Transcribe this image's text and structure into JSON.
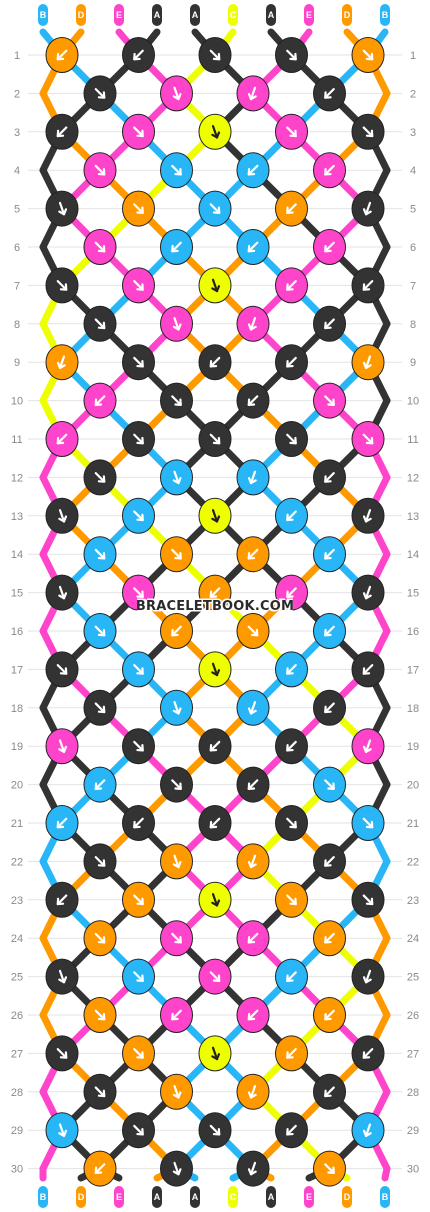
{
  "watermark": "BRACELETBOOK.COM",
  "colors": {
    "A": "#333333",
    "B": "#29b6f6",
    "C": "#eeff00",
    "D": "#ff9900",
    "E": "#ff44cc"
  },
  "strands": {
    "top": [
      "B",
      "D",
      "E",
      "A",
      "A",
      "C",
      "A",
      "E",
      "D",
      "B"
    ],
    "bottom": [
      "B",
      "D",
      "E",
      "A",
      "A",
      "C",
      "A",
      "E",
      "D",
      "B"
    ]
  },
  "row_numbers": [
    1,
    2,
    3,
    4,
    5,
    6,
    7,
    8,
    9,
    10,
    11,
    12,
    13,
    14,
    15,
    16,
    17,
    18,
    19,
    20,
    21,
    22,
    23,
    24,
    25,
    26,
    27,
    28,
    29,
    30
  ],
  "knots": [
    [
      "D",
      "A",
      "A",
      "A",
      "D"
    ],
    [
      "A",
      "E",
      "E",
      "A"
    ],
    [
      "A",
      "E",
      "C",
      "E",
      "A"
    ],
    [
      "E",
      "B",
      "B",
      "E"
    ],
    [
      "A",
      "D",
      "B",
      "D",
      "A"
    ],
    [
      "E",
      "B",
      "B",
      "E"
    ],
    [
      "A",
      "E",
      "C",
      "E",
      "A"
    ],
    [
      "A",
      "E",
      "E",
      "A"
    ],
    [
      "D",
      "A",
      "A",
      "A",
      "D"
    ],
    [
      "E",
      "A",
      "A",
      "E"
    ],
    [
      "E",
      "A",
      "A",
      "A",
      "E"
    ],
    [
      "A",
      "B",
      "B",
      "A"
    ],
    [
      "A",
      "B",
      "C",
      "B",
      "A"
    ],
    [
      "B",
      "D",
      "D",
      "B"
    ],
    [
      "A",
      "E",
      "D",
      "E",
      "A"
    ],
    [
      "B",
      "D",
      "D",
      "B"
    ],
    [
      "A",
      "B",
      "C",
      "B",
      "A"
    ],
    [
      "A",
      "B",
      "B",
      "A"
    ],
    [
      "E",
      "A",
      "A",
      "A",
      "E"
    ],
    [
      "B",
      "A",
      "A",
      "B"
    ],
    [
      "B",
      "A",
      "A",
      "A",
      "B"
    ],
    [
      "A",
      "D",
      "D",
      "A"
    ],
    [
      "A",
      "D",
      "C",
      "D",
      "A"
    ],
    [
      "D",
      "E",
      "E",
      "D"
    ],
    [
      "A",
      "B",
      "E",
      "B",
      "A"
    ],
    [
      "D",
      "E",
      "E",
      "D"
    ],
    [
      "A",
      "D",
      "C",
      "D",
      "A"
    ],
    [
      "A",
      "D",
      "D",
      "A"
    ],
    [
      "B",
      "A",
      "A",
      "A",
      "B"
    ],
    [
      "D",
      "A",
      "A",
      "D"
    ]
  ],
  "arrows": [
    [
      "sw",
      "sw",
      "se",
      "se",
      "se"
    ],
    [
      "se",
      "sse",
      "ssw",
      "sw"
    ],
    [
      "sw",
      "se",
      "sse",
      "se",
      "se"
    ],
    [
      "se",
      "se",
      "sw",
      "sw"
    ],
    [
      "sse",
      "se",
      "se",
      "sw",
      "ssw"
    ],
    [
      "se",
      "sw",
      "sw",
      "sw"
    ],
    [
      "se",
      "se",
      "sse",
      "sw",
      "sw"
    ],
    [
      "se",
      "sse",
      "ssw",
      "sw"
    ],
    [
      "ssw",
      "se",
      "sw",
      "sw",
      "ssw"
    ],
    [
      "sw",
      "se",
      "sw",
      "se"
    ],
    [
      "sw",
      "se",
      "se",
      "se",
      "se"
    ],
    [
      "se",
      "sse",
      "ssw",
      "sw"
    ],
    [
      "sse",
      "se",
      "sse",
      "sw",
      "ssw"
    ],
    [
      "se",
      "se",
      "sw",
      "sw"
    ],
    [
      "sse",
      "se",
      "sw",
      "sw",
      "ssw"
    ],
    [
      "se",
      "sw",
      "se",
      "sw"
    ],
    [
      "se",
      "se",
      "sse",
      "sw",
      "sw"
    ],
    [
      "se",
      "sse",
      "ssw",
      "sw"
    ],
    [
      "sse",
      "se",
      "sw",
      "sw",
      "ssw"
    ],
    [
      "sw",
      "se",
      "sw",
      "se"
    ],
    [
      "sw",
      "sw",
      "sw",
      "se",
      "se"
    ],
    [
      "se",
      "sse",
      "ssw",
      "sw"
    ],
    [
      "sw",
      "se",
      "sse",
      "se",
      "se"
    ],
    [
      "se",
      "se",
      "sw",
      "sw"
    ],
    [
      "sse",
      "se",
      "se",
      "sw",
      "ssw"
    ],
    [
      "se",
      "sw",
      "sw",
      "sw"
    ],
    [
      "se",
      "se",
      "sse",
      "sw",
      "sw"
    ],
    [
      "se",
      "sse",
      "ssw",
      "sw"
    ],
    [
      "sse",
      "se",
      "se",
      "sw",
      "ssw"
    ],
    [
      "sw",
      "sse",
      "ssw",
      "se"
    ]
  ]
}
